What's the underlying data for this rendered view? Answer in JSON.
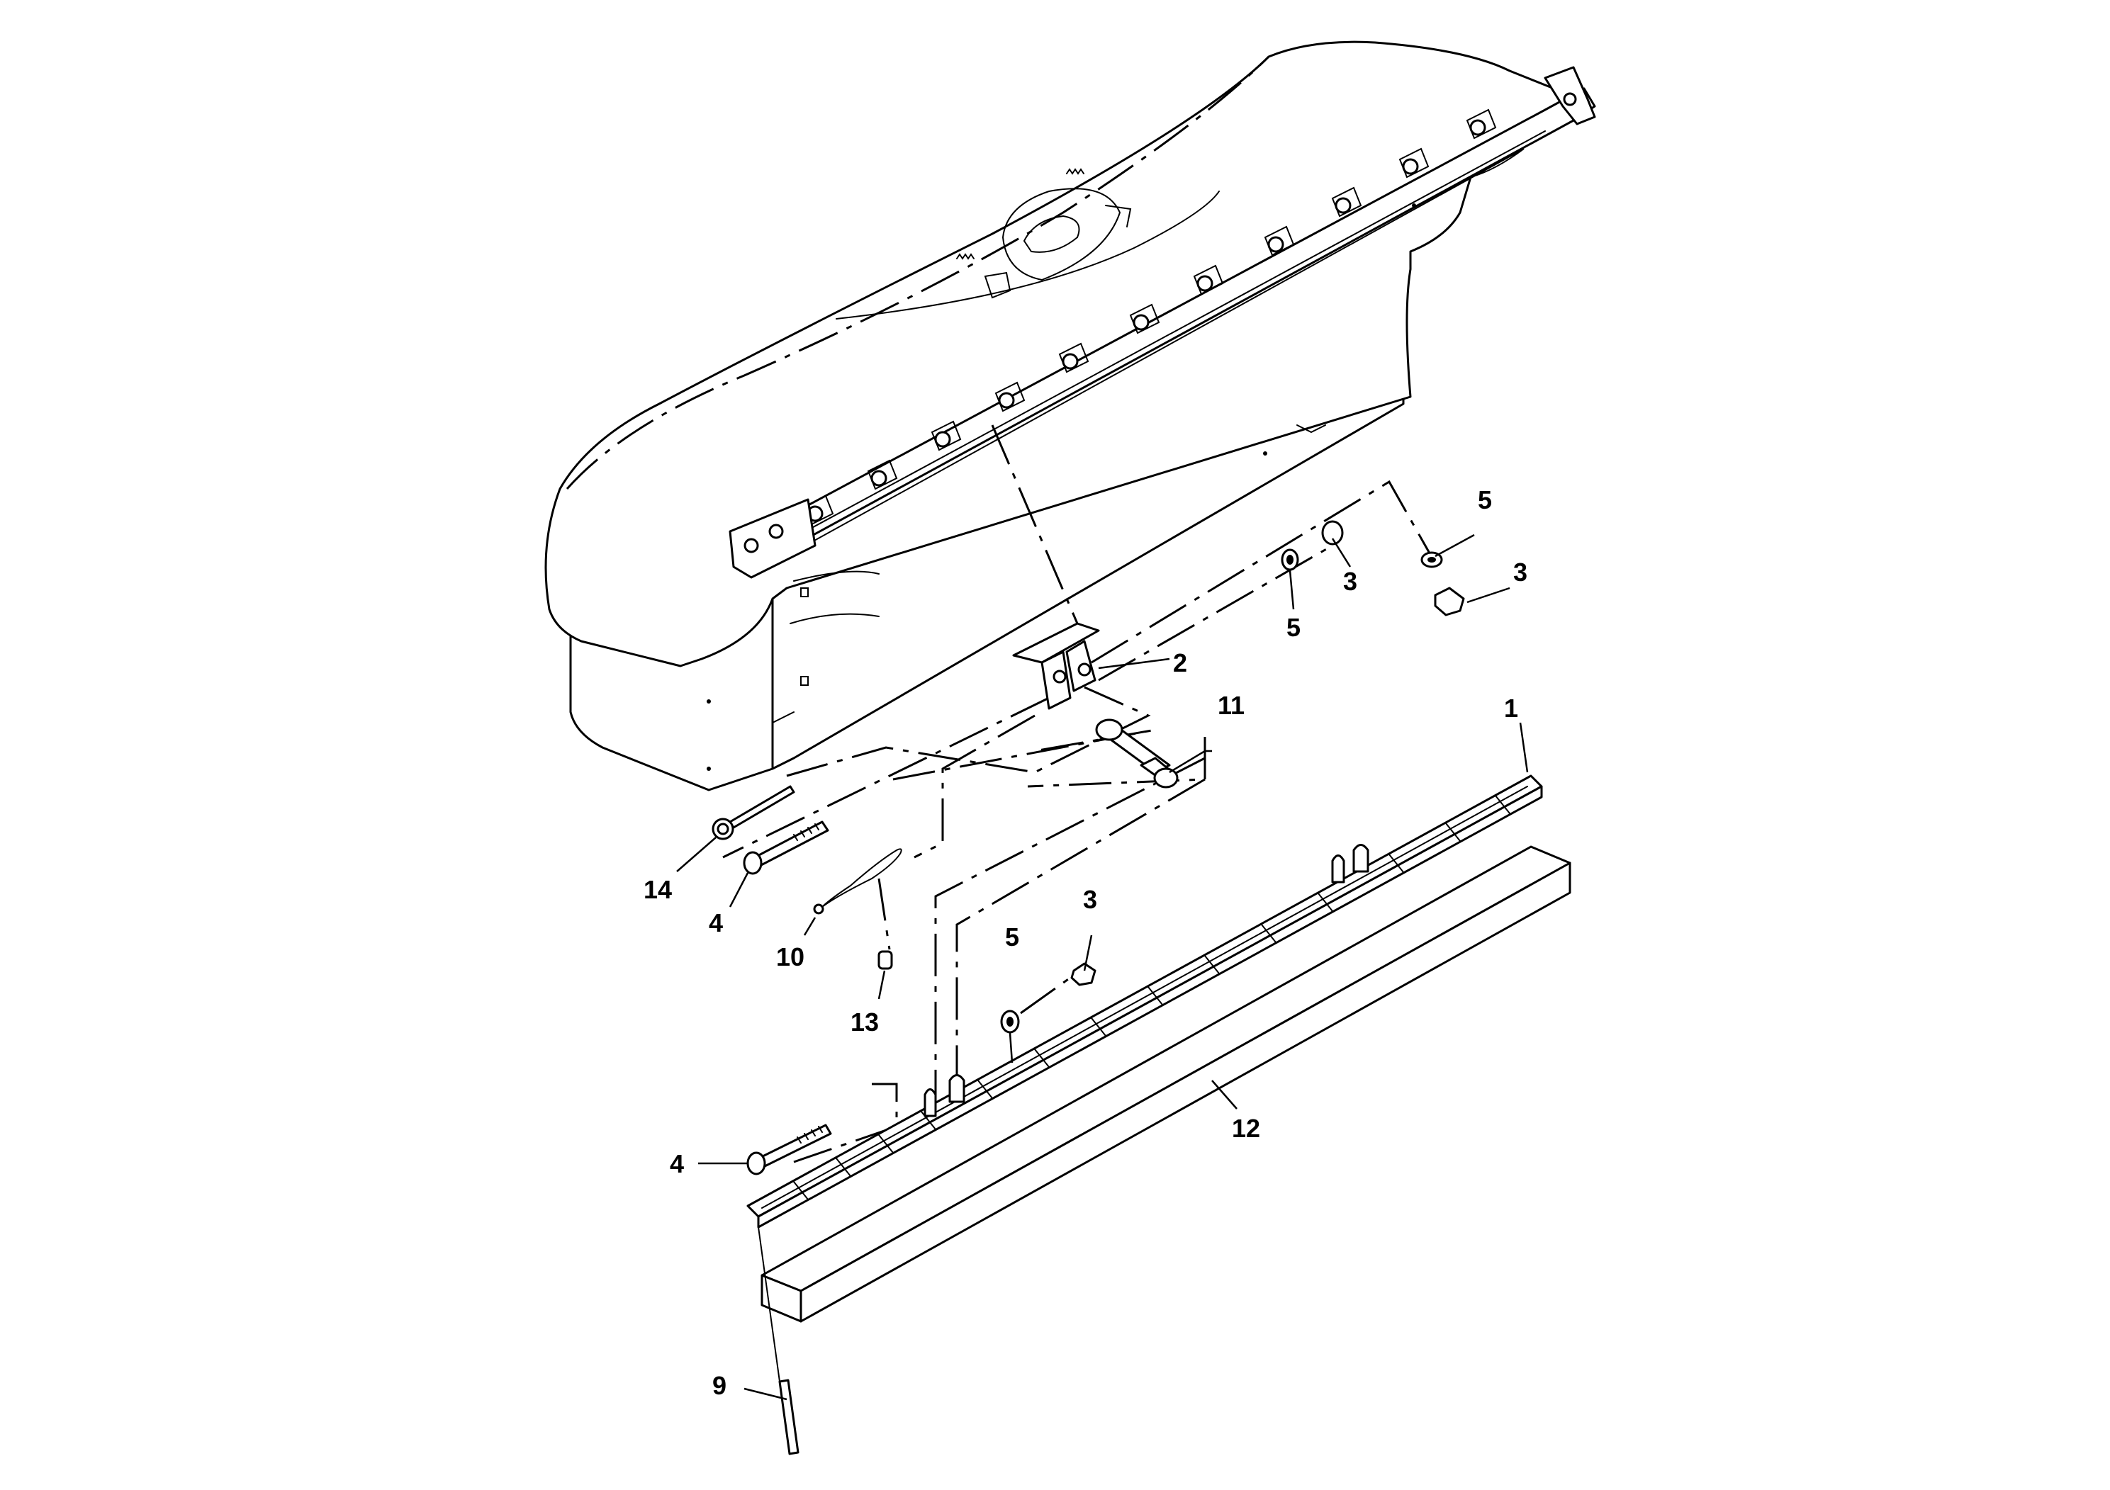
{
  "callouts": [
    {
      "id": "c1",
      "label": "1"
    },
    {
      "id": "c2",
      "label": "2"
    },
    {
      "id": "c3a",
      "label": "3"
    },
    {
      "id": "c3b",
      "label": "3"
    },
    {
      "id": "c3c",
      "label": "3"
    },
    {
      "id": "c4a",
      "label": "4"
    },
    {
      "id": "c4b",
      "label": "4"
    },
    {
      "id": "c5a",
      "label": "5"
    },
    {
      "id": "c5b",
      "label": "5"
    },
    {
      "id": "c5c",
      "label": "5"
    },
    {
      "id": "c9",
      "label": "9"
    },
    {
      "id": "c10",
      "label": "10"
    },
    {
      "id": "c11",
      "label": "11"
    },
    {
      "id": "c12",
      "label": "12"
    },
    {
      "id": "c13",
      "label": "13"
    },
    {
      "id": "c14",
      "label": "14"
    }
  ]
}
